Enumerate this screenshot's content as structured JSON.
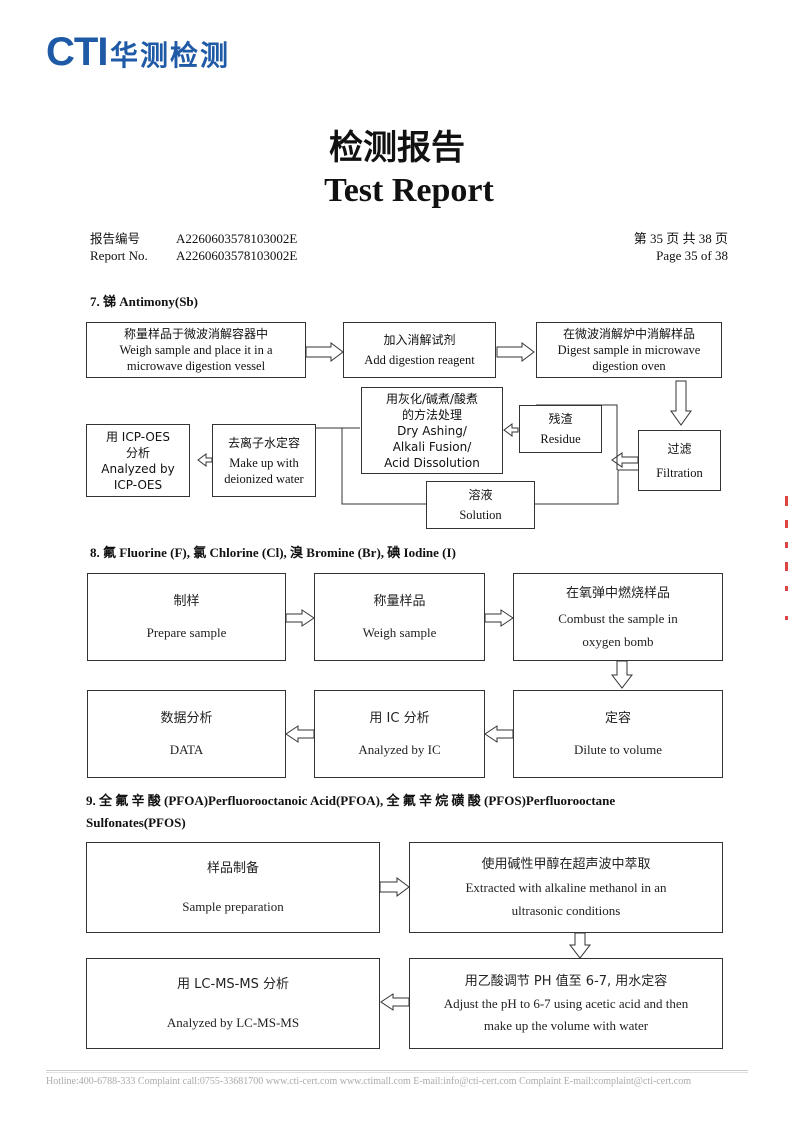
{
  "header": {
    "logo_text": "CTI",
    "logo_cn": "华测检测",
    "title_cn": "检测报告",
    "title_en": "Test Report",
    "report_no_label_cn": "报告编号",
    "report_no_label_en": "Report No.",
    "report_no_cn": "A2260603578103002E",
    "report_no_en": "A2260603578103002E",
    "page_cn": "第 35 页  共 38 页",
    "page_en": "Page 35 of 38"
  },
  "section7": {
    "title": "7. 锑 Antimony(Sb)",
    "boxes": {
      "weigh": [
        "称量样品于微波消解容器中",
        "Weigh sample and place it in a",
        "microwave digestion vessel"
      ],
      "reagent": [
        "加入消解试剂",
        "Add digestion reagent"
      ],
      "digest": [
        "在微波消解炉中消解样品",
        "Digest sample in microwave",
        "digestion oven"
      ],
      "filtration": [
        "过滤",
        "Filtration"
      ],
      "residue": [
        "残渣",
        "Residue"
      ],
      "dry": [
        "用灰化/碱煮/酸煮",
        "的方法处理",
        "Dry Ashing/",
        "Alkali Fusion/",
        "Acid Dissolution"
      ],
      "solution": [
        "溶液",
        "Solution"
      ],
      "makeup": [
        "去离子水定容",
        "Make up with",
        "deionized water"
      ],
      "icp": [
        "用 ICP-OES",
        "分析",
        "Analyzed by",
        "ICP-OES"
      ]
    }
  },
  "section8": {
    "title": "8. 氟 Fluorine (F), 氯 Chlorine (Cl), 溴 Bromine (Br), 碘 Iodine (I)",
    "boxes": {
      "prepare": [
        "制样",
        "Prepare sample"
      ],
      "weigh": [
        "称量样品",
        "Weigh sample"
      ],
      "combust": [
        "在氧弹中燃烧样品",
        "Combust the sample in",
        "oxygen bomb"
      ],
      "dilute": [
        "定容",
        "Dilute to volume"
      ],
      "ic": [
        "用 IC 分析",
        "Analyzed by IC"
      ],
      "data": [
        "数据分析",
        "DATA"
      ]
    }
  },
  "section9": {
    "title_line1": "9.  全 氟 辛 酸 (PFOA)Perfluorooctanoic  Acid(PFOA),  全 氟 辛 烷 磺 酸 (PFOS)Perfluorooctane",
    "title_line2": "Sulfonates(PFOS)",
    "boxes": {
      "prep": [
        "样品制备",
        "Sample preparation"
      ],
      "extract": [
        "使用碱性甲醇在超声波中萃取",
        "Extracted with alkaline methanol in an",
        "ultrasonic conditions"
      ],
      "adjust": [
        "用乙酸调节 PH 值至 6-7, 用水定容",
        "Adjust the pH to 6-7 using acetic acid and then",
        "make up the volume with water"
      ],
      "lcms": [
        "用 LC-MS-MS 分析",
        "Analyzed by LC-MS-MS"
      ]
    }
  },
  "footer": {
    "text": "Hotline:400-6788-333   Complaint call:0755-33681700   www.cti-cert.com   www.ctimall.com   E-mail:info@cti-cert.com   Complaint E-mail:complaint@cti-cert.com"
  }
}
